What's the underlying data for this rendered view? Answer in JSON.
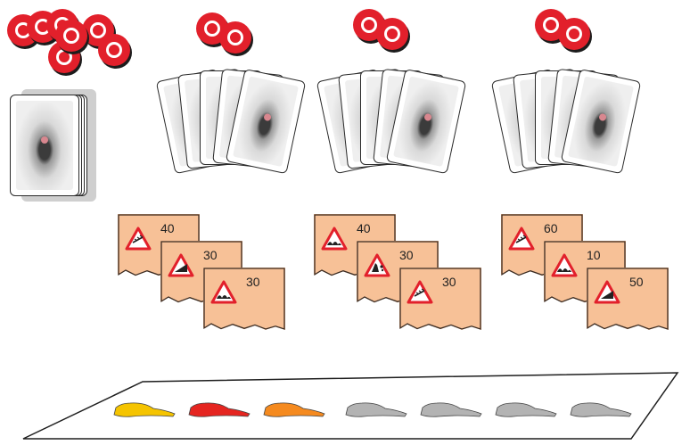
{
  "colors": {
    "chip_red": "#e2202b",
    "tile_peach": "#f7c197",
    "car_yellow": "#f5c400",
    "car_red": "#e52520",
    "car_orange": "#f58a1f",
    "car_gray": "#b3b3b3"
  },
  "chip_piles": [
    {
      "name": "chip-pile-supply",
      "count": 7
    },
    {
      "name": "chip-pile-player-1",
      "count": 2
    },
    {
      "name": "chip-pile-player-2",
      "count": 2
    },
    {
      "name": "chip-pile-player-3",
      "count": 2
    }
  ],
  "draw_deck": {
    "name": "draw-deck"
  },
  "card_fans": [
    {
      "name": "card-fan-player-1",
      "count": 5
    },
    {
      "name": "card-fan-player-2",
      "count": 5
    },
    {
      "name": "card-fan-player-3",
      "count": 5
    }
  ],
  "tile_groups": [
    {
      "name": "tile-group-player-1",
      "tiles": [
        {
          "value": "40",
          "sign_icon": "wind-warning-icon"
        },
        {
          "value": "30",
          "sign_icon": "steep-slope-icon"
        },
        {
          "value": "30",
          "sign_icon": "bumpy-road-icon"
        }
      ]
    },
    {
      "name": "tile-group-player-2",
      "tiles": [
        {
          "value": "40",
          "sign_icon": "bumpy-road-icon"
        },
        {
          "value": "30",
          "sign_icon": "falling-rocks-icon"
        },
        {
          "value": "30",
          "sign_icon": "wind-warning-icon"
        }
      ]
    },
    {
      "name": "tile-group-player-3",
      "tiles": [
        {
          "value": "60",
          "sign_icon": "wind-warning-icon"
        },
        {
          "value": "10",
          "sign_icon": "bumpy-road-icon"
        },
        {
          "value": "50",
          "sign_icon": "steep-slope-icon"
        }
      ]
    }
  ],
  "race_board": {
    "cars": [
      {
        "name": "car-yellow",
        "color": "#f5c400"
      },
      {
        "name": "car-red",
        "color": "#e52520"
      },
      {
        "name": "car-orange",
        "color": "#f58a1f"
      },
      {
        "name": "car-gray-1",
        "color": "#b3b3b3"
      },
      {
        "name": "car-gray-2",
        "color": "#b3b3b3"
      },
      {
        "name": "car-gray-3",
        "color": "#b3b3b3"
      },
      {
        "name": "car-gray-4",
        "color": "#b3b3b3"
      }
    ]
  }
}
